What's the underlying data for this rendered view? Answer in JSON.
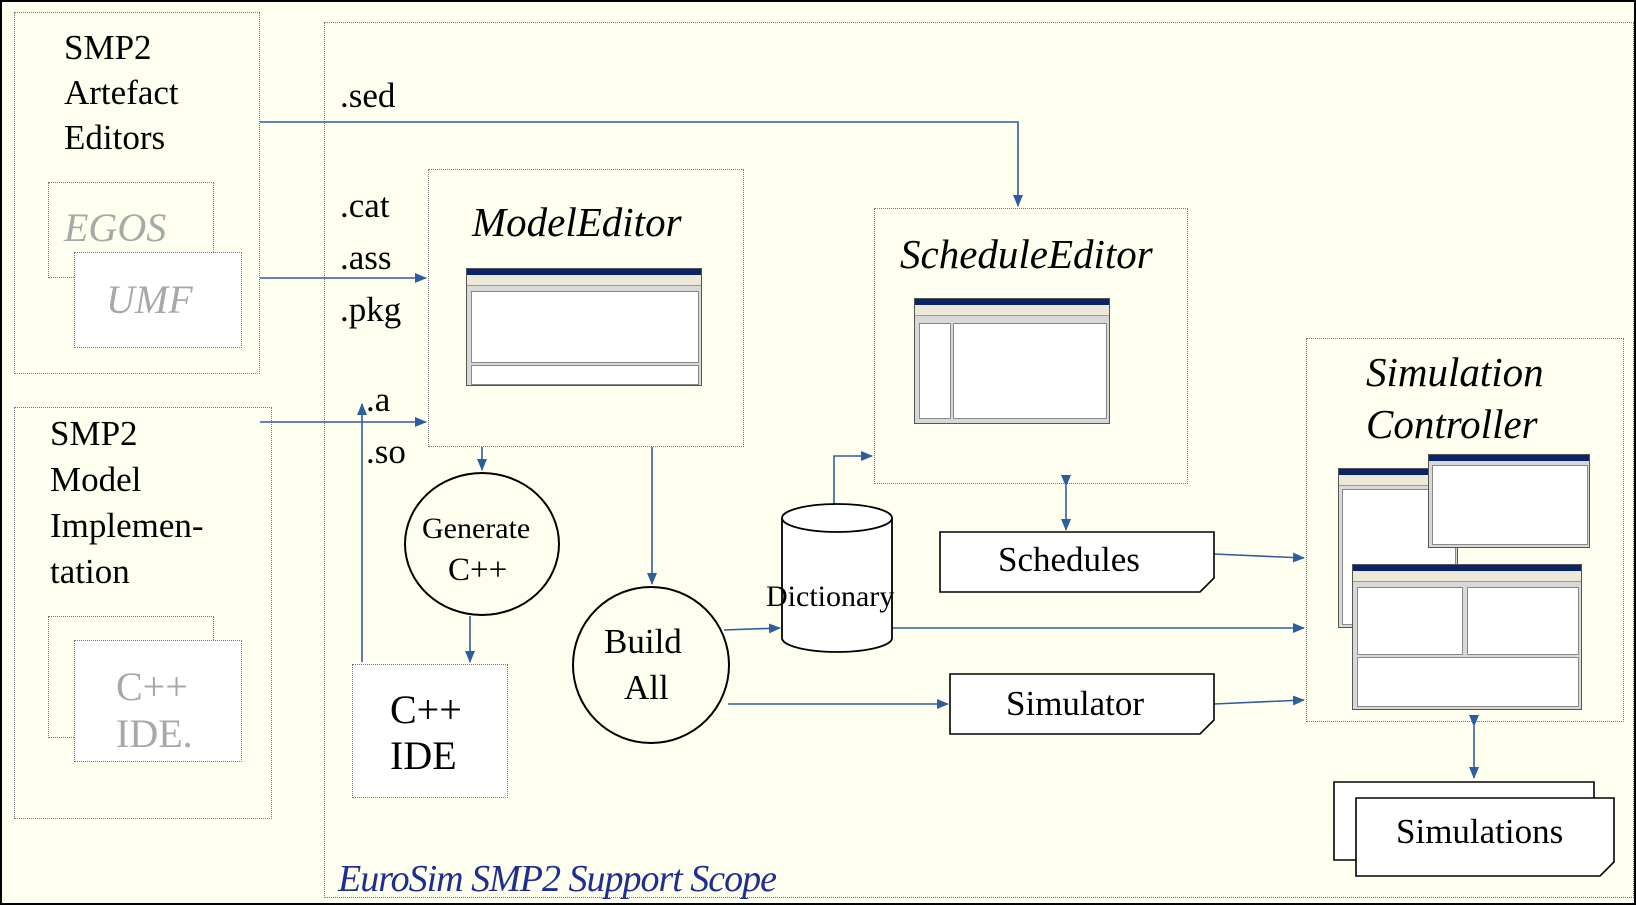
{
  "left": {
    "artefact_editors": [
      "SMP2",
      "Artefact",
      "Editors"
    ],
    "egos": "EGOS",
    "umf": "UMF",
    "model_impl": [
      "SMP2",
      "Model",
      "Implemen-",
      "tation"
    ],
    "cpp_ide_stack": [
      "C++",
      "IDE."
    ]
  },
  "files": {
    "sed": ".sed",
    "cat": ".cat",
    "ass": ".ass",
    "pkg": ".pkg",
    "a": ".a",
    "so": ".so"
  },
  "tools": {
    "model_editor": "ModelEditor",
    "schedule_editor": "ScheduleEditor",
    "sim_controller": [
      "Simulation",
      "Controller"
    ]
  },
  "process": {
    "generate": [
      "Generate",
      "C++"
    ],
    "build_all": [
      "Build",
      "All"
    ],
    "cpp_ide": [
      "C++",
      "IDE"
    ],
    "dictionary": "Dictionary"
  },
  "outputs": {
    "schedules": "Schedules",
    "simulator": "Simulator",
    "simulations": "Simulations"
  },
  "scope_label": "EuroSim SMP2 Support Scope",
  "colors": {
    "background": "#fffff0",
    "arrow": "#2e5e9e",
    "scope_text": "#1f2f8f",
    "grey_text": "#a8a8a8"
  }
}
